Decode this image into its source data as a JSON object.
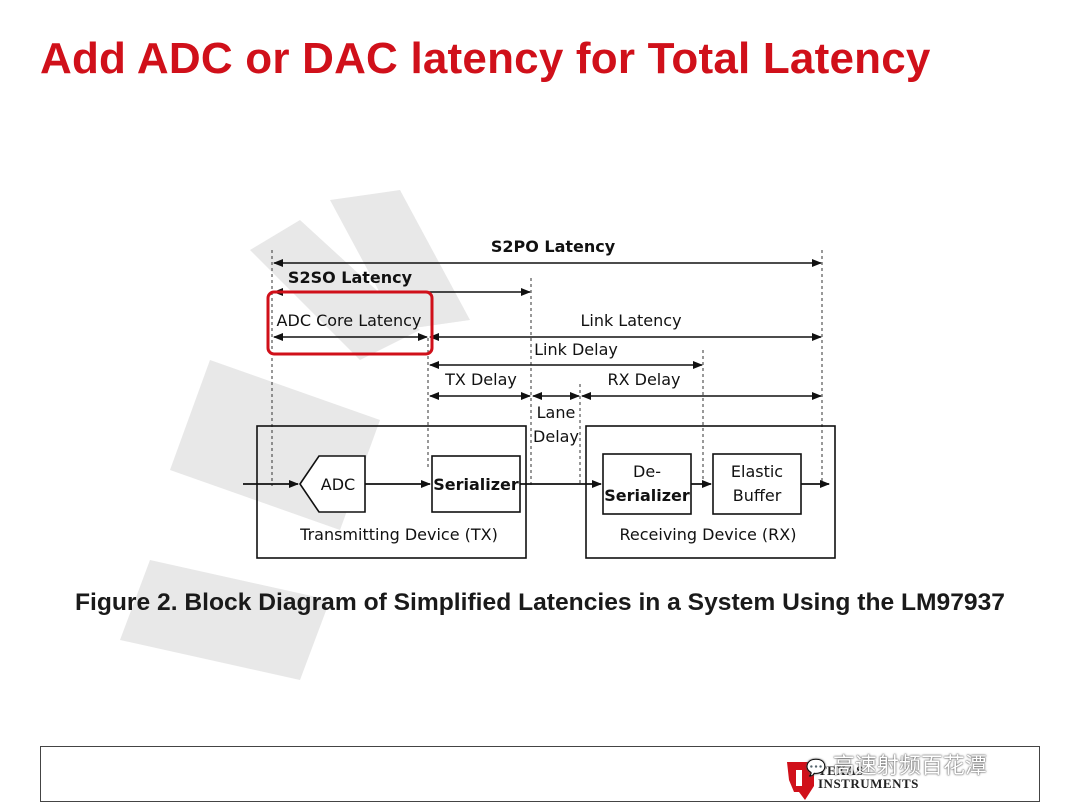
{
  "slide": {
    "title": "Add ADC or DAC latency for Total Latency"
  },
  "diagram": {
    "labels": {
      "s2po": "S2PO Latency",
      "s2so": "S2SO Latency",
      "adc_core": "ADC Core Latency",
      "link_latency": "Link Latency",
      "link_delay": "Link Delay",
      "tx_delay": "TX Delay",
      "rx_delay": "RX Delay",
      "lane_delay_1": "Lane",
      "lane_delay_2": "Delay"
    },
    "blocks": {
      "adc": "ADC",
      "serializer": "Serializer",
      "deserializer_1": "De-",
      "deserializer_2": "Serializer",
      "elastic_1": "Elastic",
      "elastic_2": "Buffer",
      "tx_device": "Transmitting Device (TX)",
      "rx_device": "Receiving Device (RX)"
    },
    "caption": "Figure 2. Block Diagram of Simplified Latencies in a System Using the LM97937",
    "highlight_color": "#d0101a"
  },
  "footer": {
    "ti_logo_line1": "TEXAS",
    "ti_logo_line2": "INSTRUMENTS",
    "watermark": "高速射频百花潭",
    "brand_color": "#d0101a"
  }
}
